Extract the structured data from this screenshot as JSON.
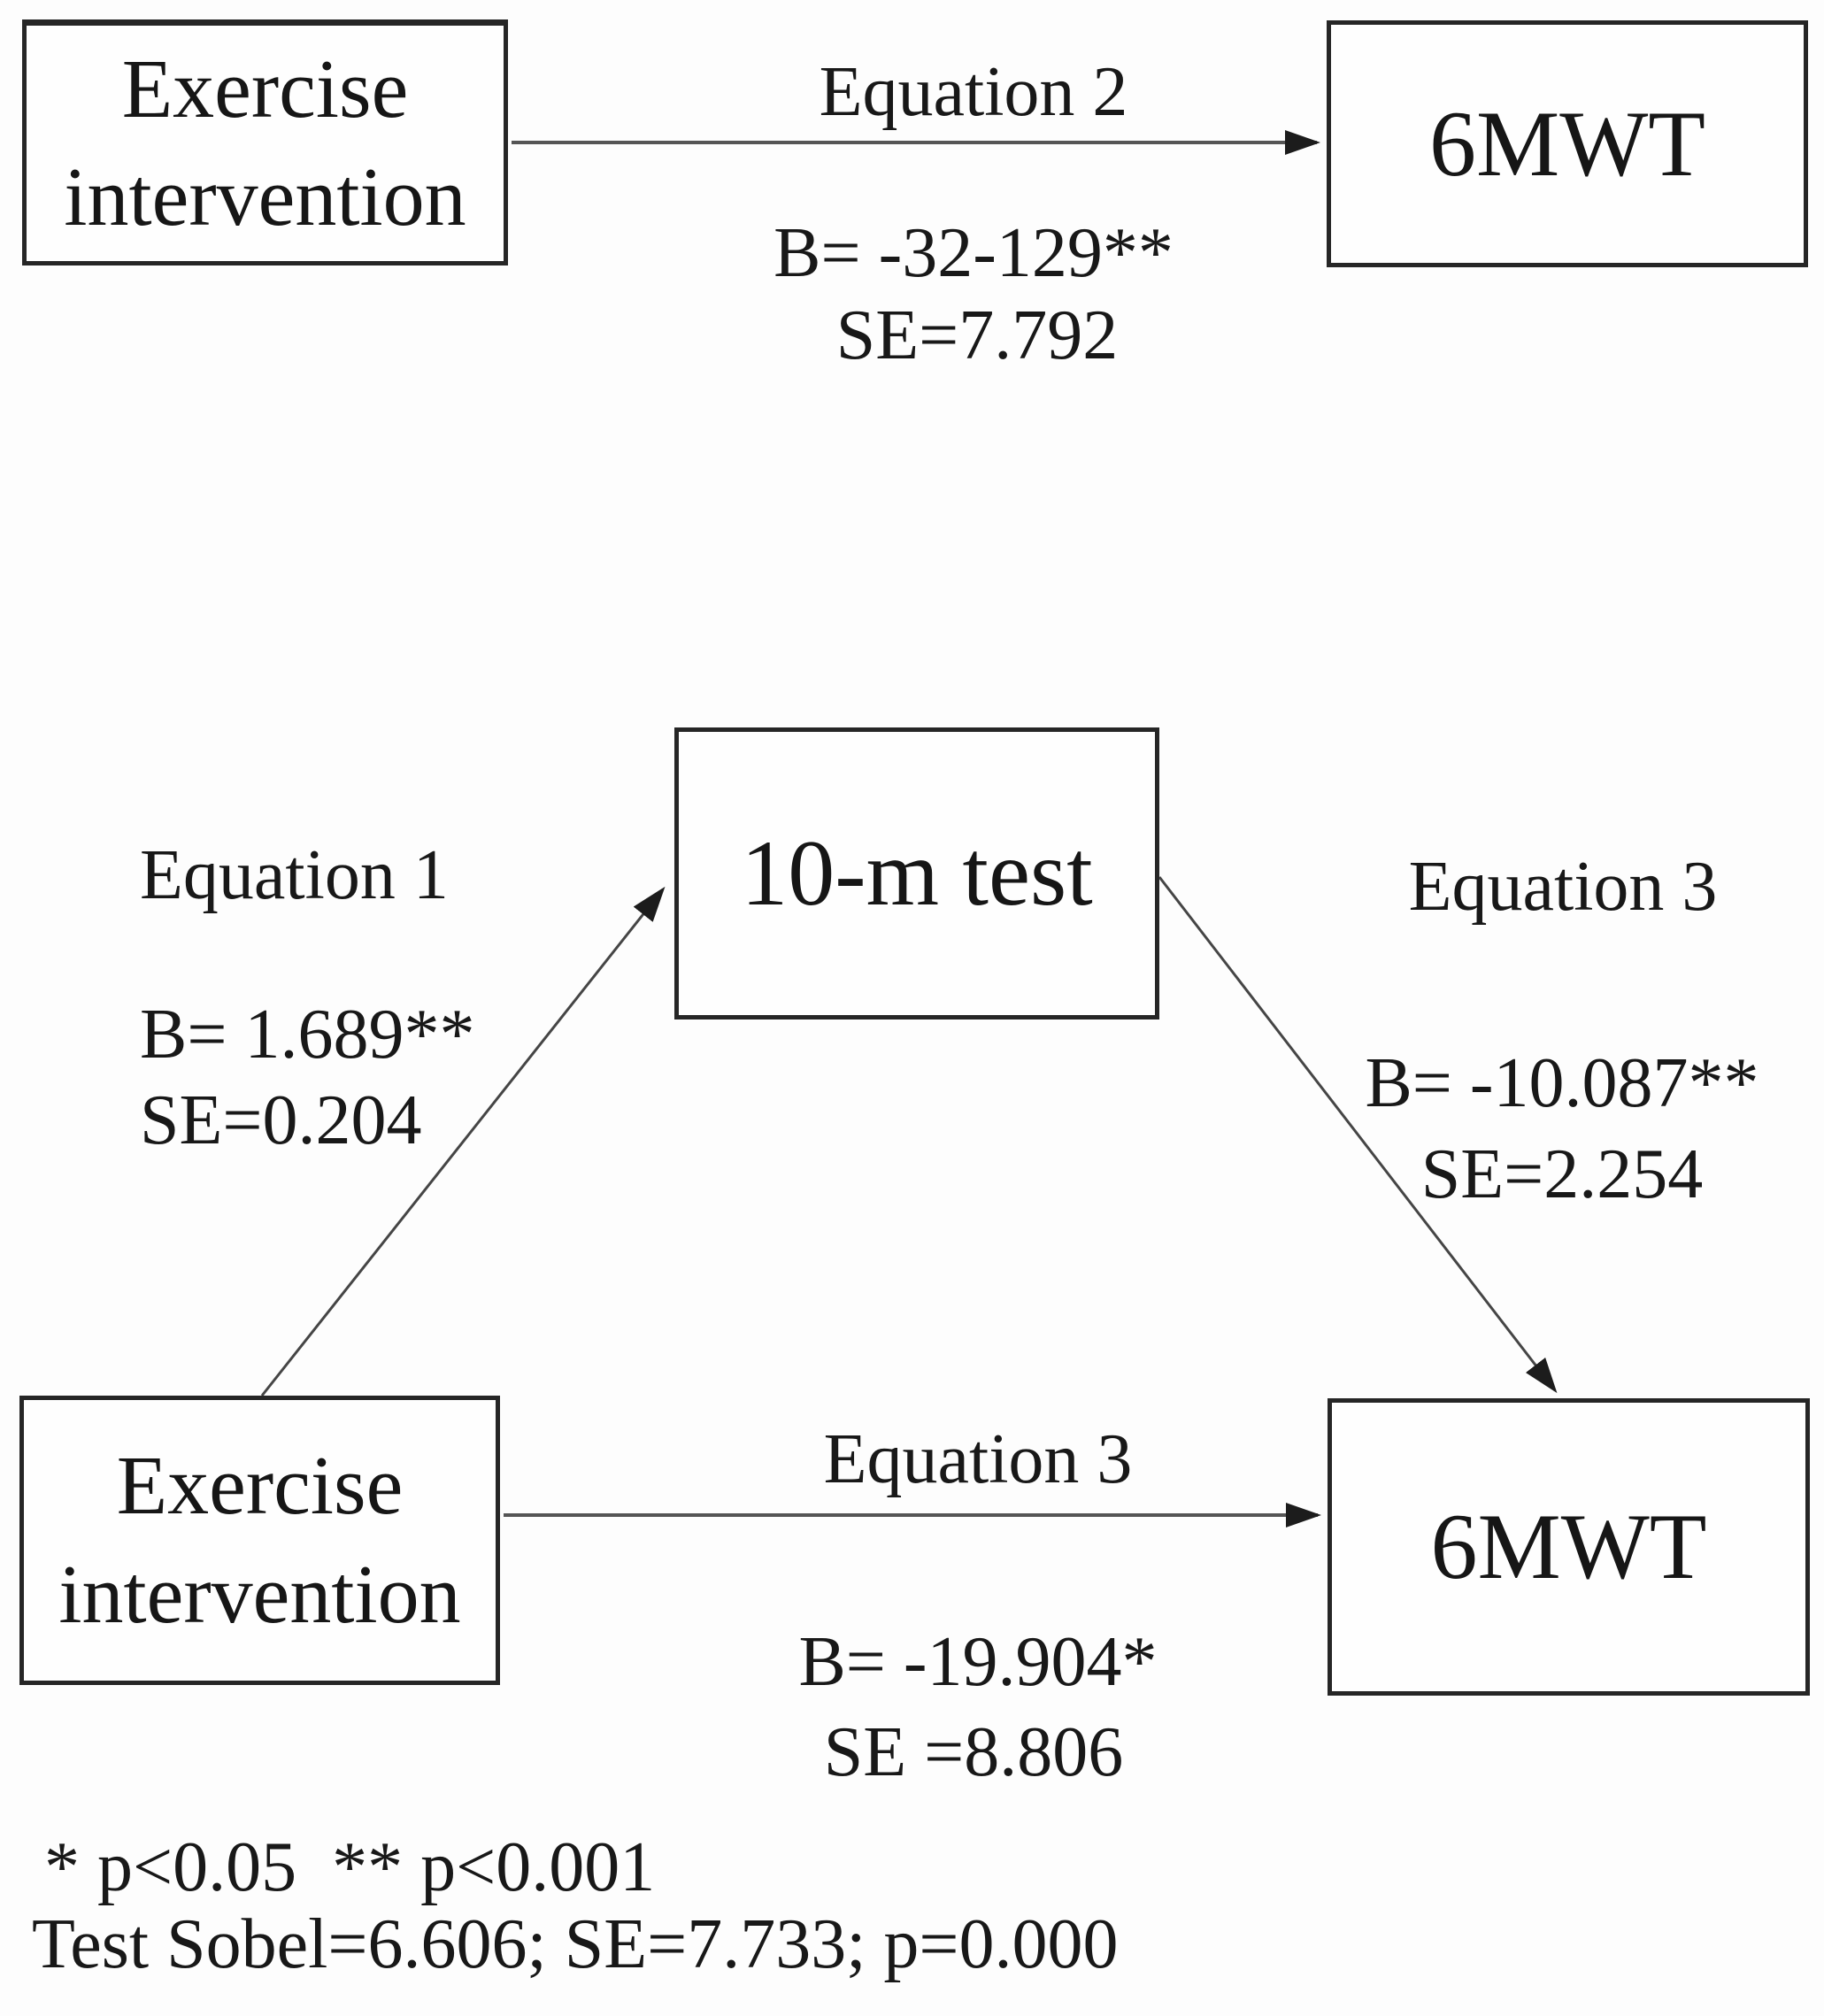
{
  "top_diagram": {
    "predictor_box": "Exercise intervention",
    "outcome_box": "6MWT",
    "direct_path": {
      "equation": "Equation 2",
      "coefficient": "B= -32-129**",
      "standard_error": "SE=7.792"
    }
  },
  "mediation_diagram": {
    "predictor_box": "Exercise intervention",
    "mediator_box": "10-m test",
    "outcome_box": "6MWT",
    "path_to_mediator": {
      "equation": "Equation 1",
      "coefficient": "B= 1.689**",
      "standard_error": "SE=0.204"
    },
    "path_from_mediator": {
      "equation": "Equation 3",
      "coefficient": "B= -10.087**",
      "standard_error": "SE=2.254"
    },
    "direct_path": {
      "equation": "Equation 3",
      "coefficient": "B= -19.904*",
      "standard_error": "SE =8.806"
    }
  },
  "footnotes": {
    "significance": "* p<0.05  ** p<0.001",
    "sobel_test": "Test Sobel=6.606; SE=7.733; p=0.000"
  },
  "colors": {
    "text": "#1b1b1b",
    "box_border": "#262626",
    "horizontal_line": "#555555",
    "diagonal_line": "#454545",
    "arrowhead": "#1c1c1c",
    "background": "#fdfdfd"
  }
}
